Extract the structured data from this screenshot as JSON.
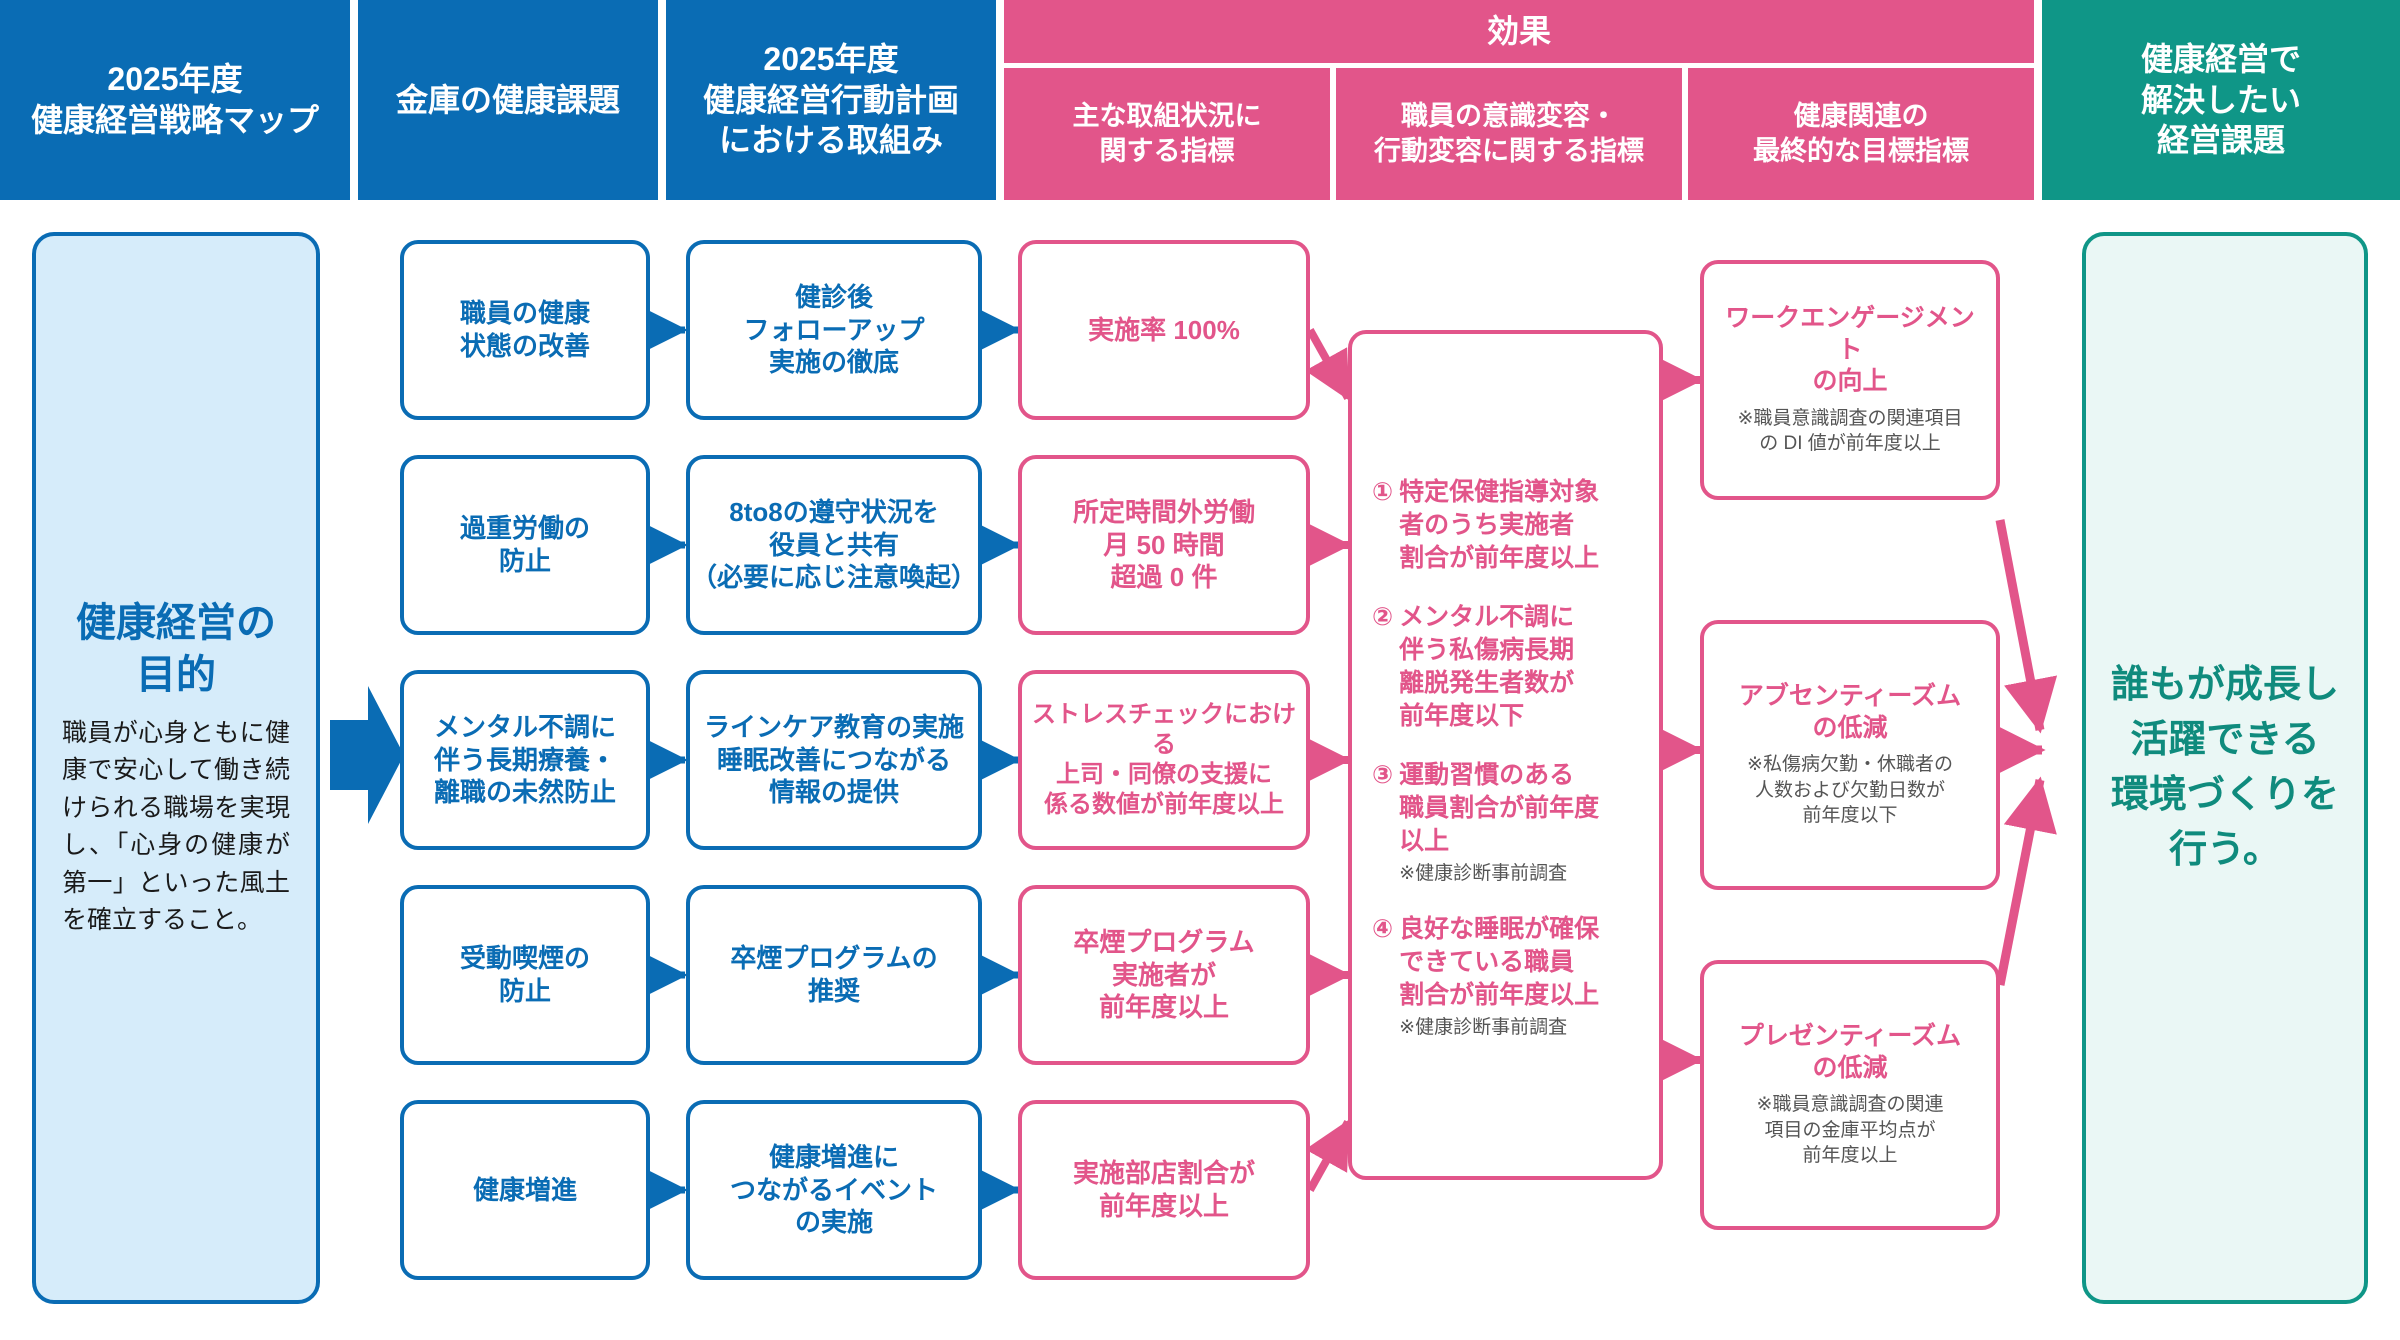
{
  "header": {
    "columns": [
      {
        "id": "strategy-map",
        "label": "2025年度\n健康経営戦略マップ",
        "color": "#0a6cb4"
      },
      {
        "id": "health-issues",
        "label": "金庫の健康課題",
        "color": "#0a6cb4"
      },
      {
        "id": "action-plan",
        "label": "2025年度\n健康経営行動計画\nにおける取組み",
        "color": "#0a6cb4"
      },
      {
        "id": "effects-group",
        "label": "効果",
        "color": "#e2558a"
      },
      {
        "id": "business-goal",
        "label": "健康経営で\n解決したい\n経営課題",
        "color": "#0f9687"
      }
    ],
    "effect_subcolumns": [
      {
        "id": "initiative-status-indicator",
        "label": "主な取組状況に\n関する指標"
      },
      {
        "id": "awareness-behavior-indicator",
        "label": "職員の意識変容・\n行動変容に関する指標"
      },
      {
        "id": "final-health-indicator",
        "label": "健康関連の\n最終的な目標指標"
      }
    ]
  },
  "purpose": {
    "title": "健康経営の\n目的",
    "body": "職員が心身ともに健康で安心して働き続けられる職場を実現し、「心身の健康が第一」といった風土を確立すること。"
  },
  "health_issues": [
    {
      "id": "issue-1",
      "label": "職員の健康\n状態の改善"
    },
    {
      "id": "issue-2",
      "label": "過重労働の\n防止"
    },
    {
      "id": "issue-3",
      "label": "メンタル不調に\n伴う長期療養・\n離職の未然防止"
    },
    {
      "id": "issue-4",
      "label": "受動喫煙の\n防止"
    },
    {
      "id": "issue-5",
      "label": "健康増進"
    }
  ],
  "initiatives": [
    {
      "id": "initiative-1",
      "label": "健診後\nフォローアップ\n実施の徹底"
    },
    {
      "id": "initiative-2",
      "label": "8to8の遵守状況を\n役員と共有\n（必要に応じ注意喚起）"
    },
    {
      "id": "initiative-3",
      "label": "ラインケア教育の実施\n睡眠改善につながる\n情報の提供"
    },
    {
      "id": "initiative-4",
      "label": "卒煙プログラムの\n推奨"
    },
    {
      "id": "initiative-5",
      "label": "健康増進に\nつながるイベント\nの実施"
    }
  ],
  "status_indicators": [
    {
      "id": "status-1",
      "label": "実施率 100%"
    },
    {
      "id": "status-2",
      "label": "所定時間外労働\n月 50 時間\n超過 0 件"
    },
    {
      "id": "status-3",
      "label": "ストレスチェックにおける\n上司・同僚の支援に\n係る数値が前年度以上"
    },
    {
      "id": "status-4",
      "label": "卒煙プログラム\n実施者が\n前年度以上"
    },
    {
      "id": "status-5",
      "label": "実施部店割合が\n前年度以上"
    }
  ],
  "behavior_indicators": [
    {
      "id": "behavior-1",
      "num": "①",
      "label": "特定保健指導対象\n者のうち実施者\n割合が前年度以上",
      "note": ""
    },
    {
      "id": "behavior-2",
      "num": "②",
      "label": "メンタル不調に\n伴う私傷病長期\n離脱発生者数が\n前年度以下",
      "note": ""
    },
    {
      "id": "behavior-3",
      "num": "③",
      "label": "運動習慣のある\n職員割合が前年度\n以上",
      "note": "※健康診断事前調査"
    },
    {
      "id": "behavior-4",
      "num": "④",
      "label": "良好な睡眠が確保\nできている職員\n割合が前年度以上",
      "note": "※健康診断事前調査"
    }
  ],
  "final_indicators": [
    {
      "id": "final-1",
      "label": "ワークエンゲージメント\nの向上",
      "note": "※職員意識調査の関連項目\nの DI 値が前年度以上"
    },
    {
      "id": "final-2",
      "label": "アブセンティーズム\nの低減",
      "note": "※私傷病欠勤・休職者の\n人数および欠勤日数が\n前年度以下"
    },
    {
      "id": "final-3",
      "label": "プレゼンティーズム\nの低減",
      "note": "※職員意識調査の関連\n項目の金庫平均点が\n前年度以上"
    }
  ],
  "business_goal": {
    "label": "誰もが成長し\n活躍できる\n環境づくりを\n行う。"
  },
  "colors": {
    "blue": "#0a6cb4",
    "pink": "#e2558a",
    "green": "#0f9687",
    "blue_fill": "#d6ecfa",
    "green_fill": "#eaf7f5",
    "note_gray": "#555555"
  }
}
